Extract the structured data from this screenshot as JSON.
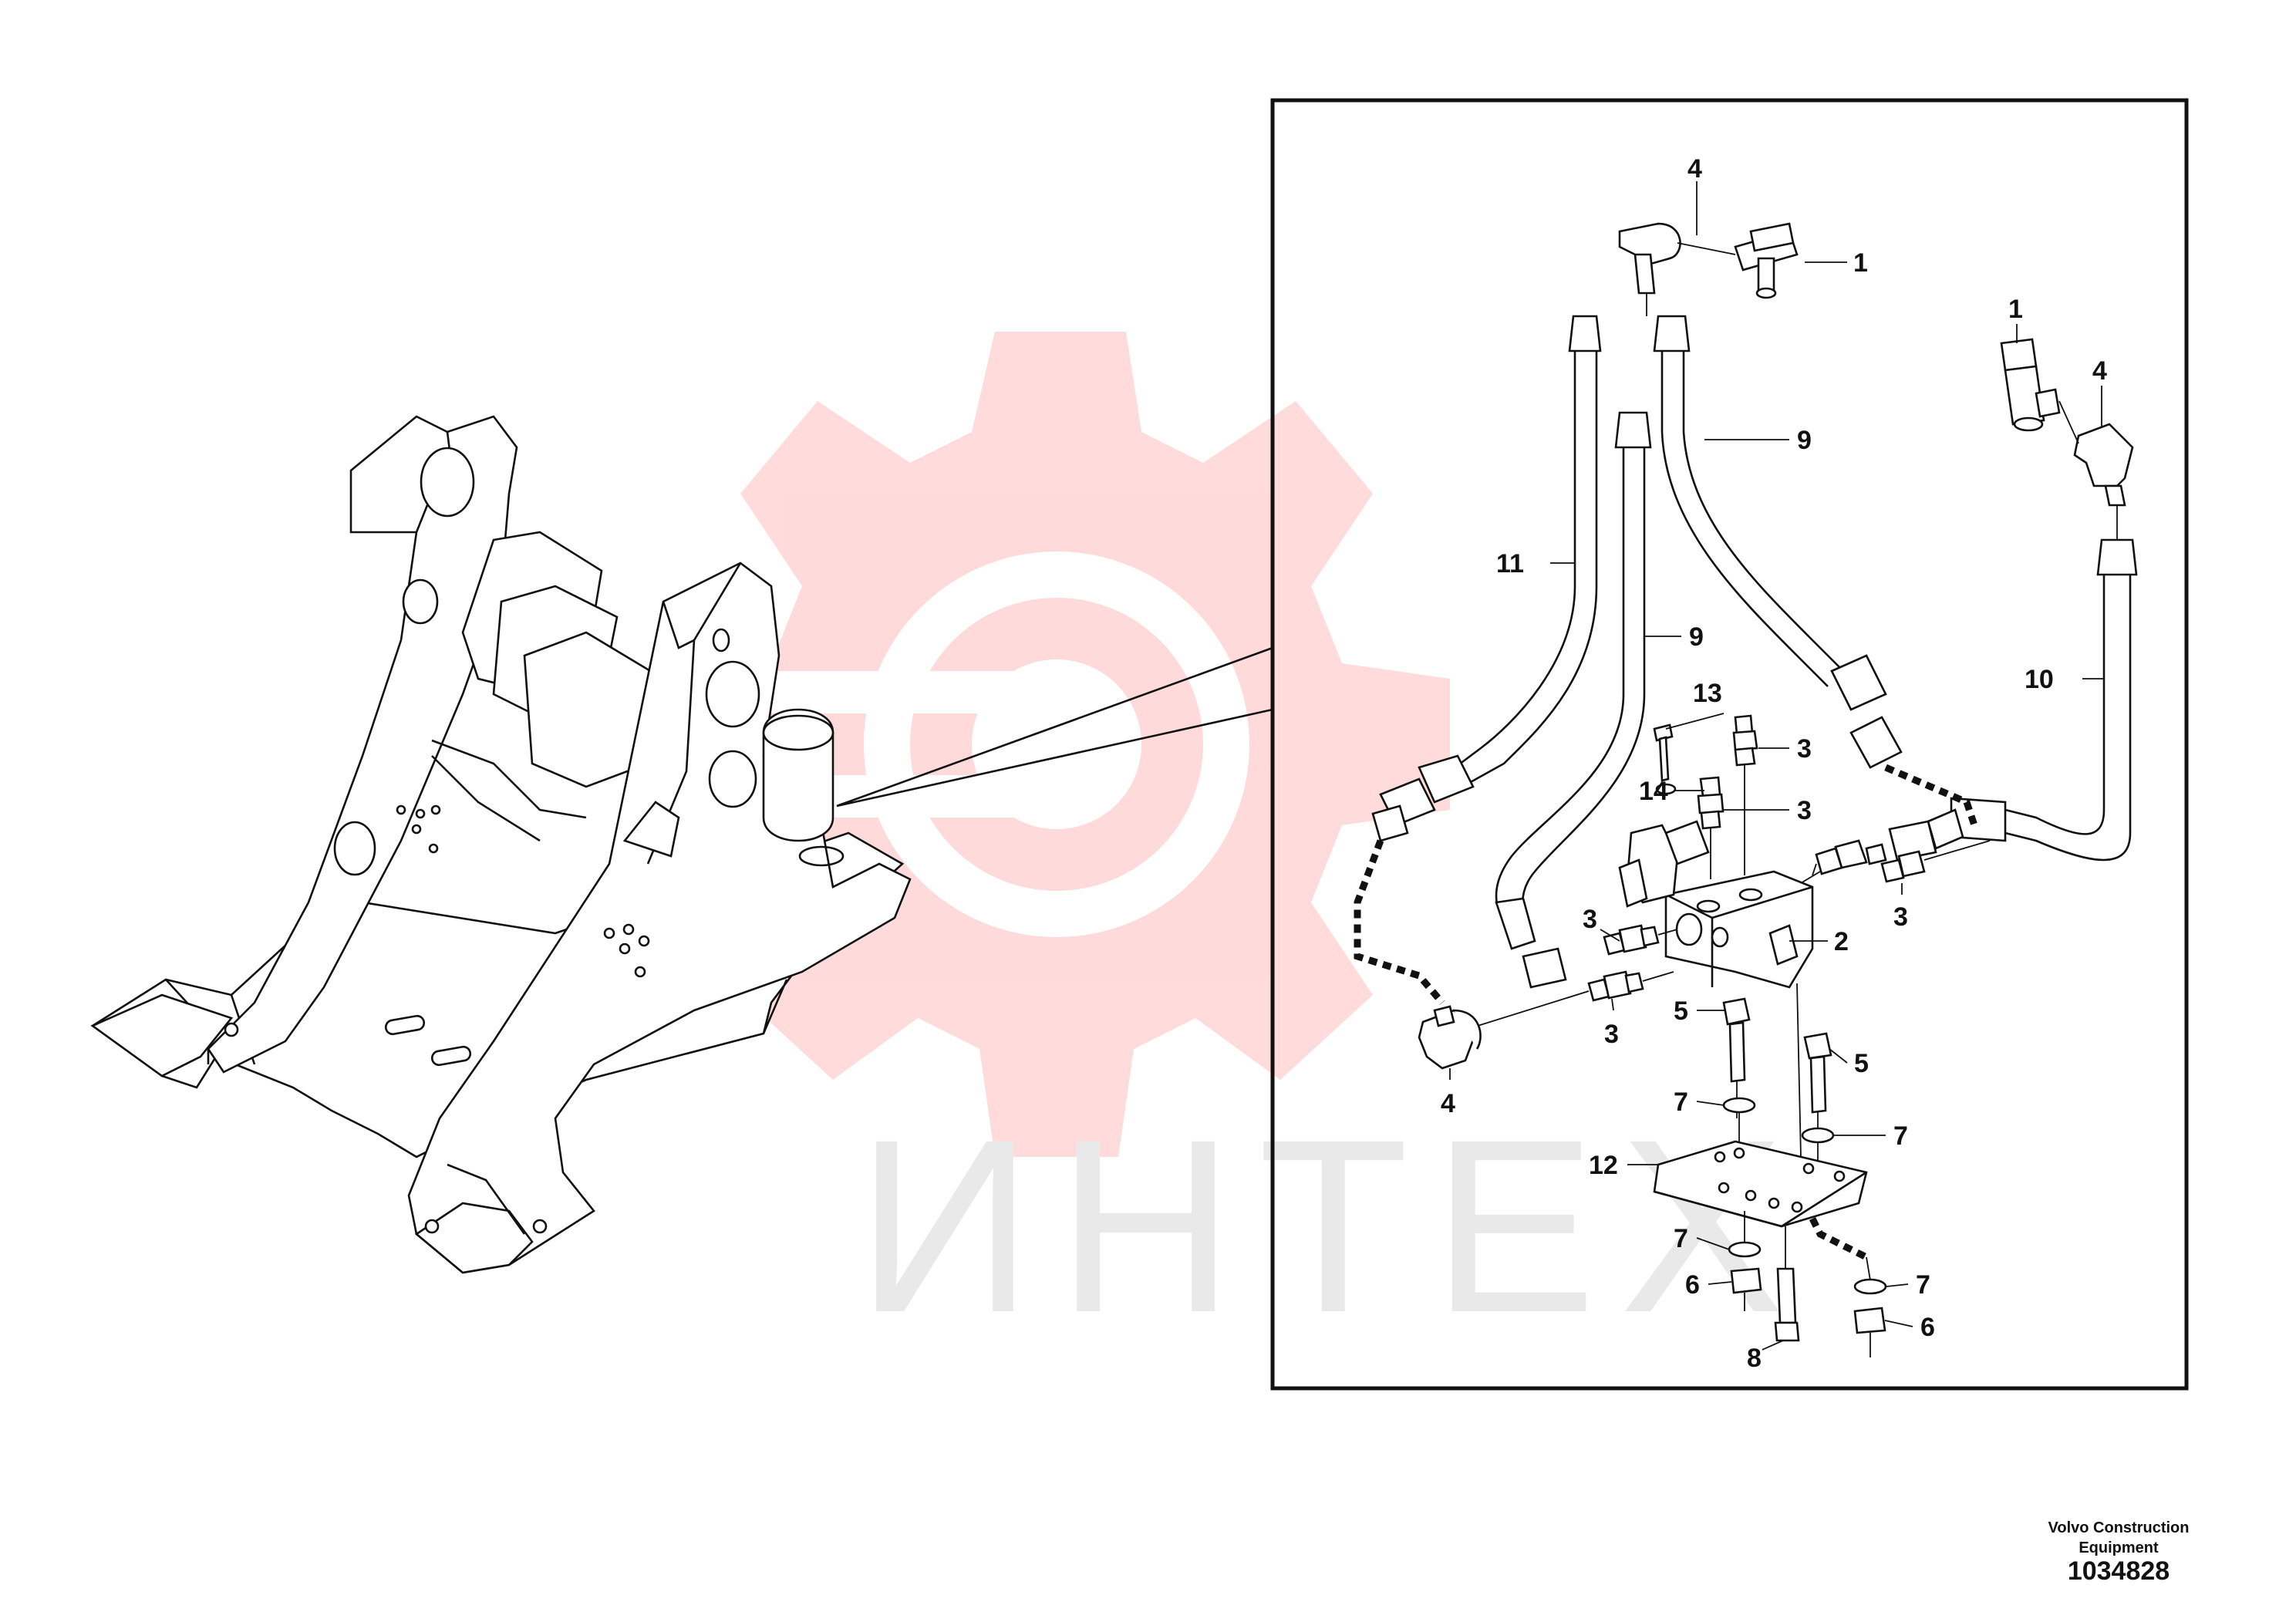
{
  "watermark": {
    "text": "ИНТЕХ",
    "color": "#ff6b6b"
  },
  "callouts": {
    "c1a": "1",
    "c1b": "1",
    "c2": "2",
    "c3a": "3",
    "c3b": "3",
    "c3c": "3",
    "c3d": "3",
    "c3e": "3",
    "c4a": "4",
    "c4b": "4",
    "c4c": "4",
    "c5a": "5",
    "c5b": "5",
    "c6a": "6",
    "c6b": "6",
    "c7a": "7",
    "c7b": "7",
    "c7c": "7",
    "c7d": "7",
    "c8": "8",
    "c9a": "9",
    "c9b": "9",
    "c10": "10",
    "c11": "11",
    "c12": "12",
    "c13": "13",
    "c14": "14"
  },
  "footer": {
    "brand_line1": "Volvo Construction",
    "brand_line2": "Equipment",
    "drawing_number": "1034828"
  }
}
